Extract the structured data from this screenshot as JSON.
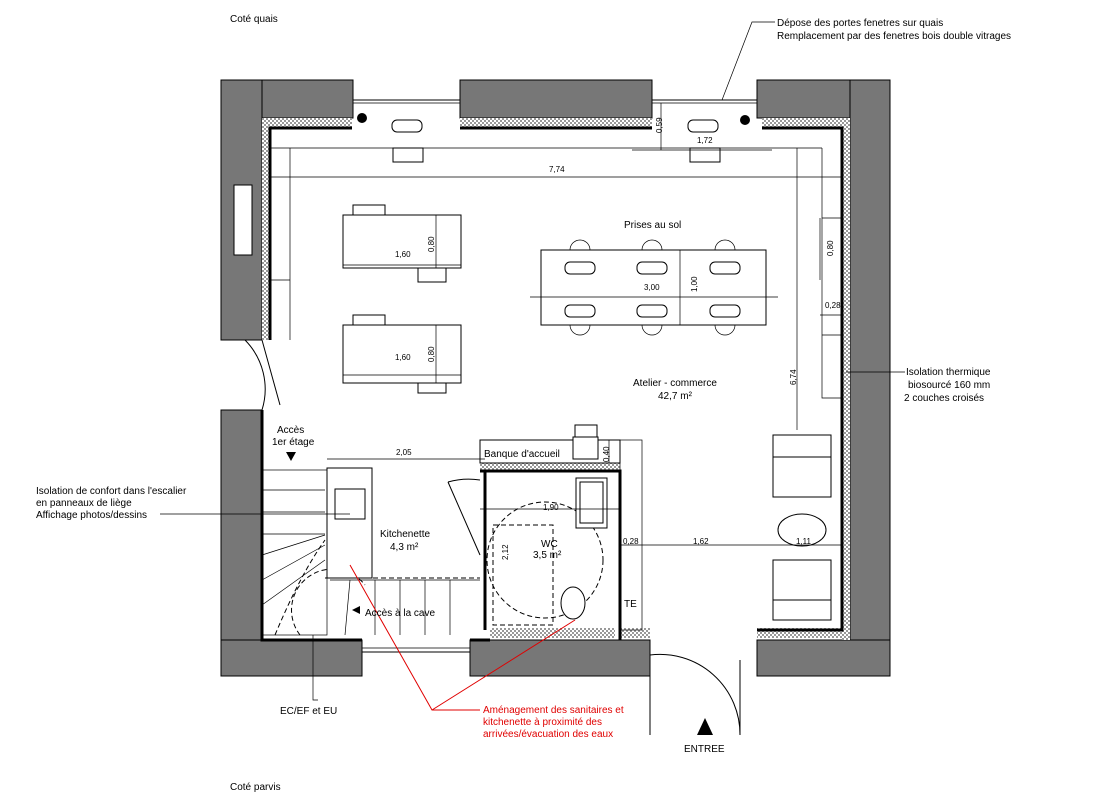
{
  "labels": {
    "cote_quais": "Coté  quais",
    "cote_parvis": "Coté parvis",
    "note_windows_1": "Dépose des portes fenetres sur quais",
    "note_windows_2": "Remplacement par des fenetres bois double vitrages",
    "note_insul_1": "Isolation thermique",
    "note_insul_2": "biosourcé 160 mm",
    "note_insul_3": "2 couches croisés",
    "note_stair_1": "Isolation de confort dans l'escalier",
    "note_stair_2": "en panneaux de liège",
    "note_stair_3": "Affichage photos/dessins",
    "note_sanit_1": "Aménagement des sanitaires et",
    "note_sanit_2": "kitchenette à proximité des",
    "note_sanit_3": "arrivées/évacuation des eaux",
    "prises": "Prises au sol",
    "atelier": "Atelier - commerce",
    "atelier_area": "42,7 m²",
    "acces_1": "Accès",
    "acces_2": "1er étage",
    "banque": "Banque d'accueil",
    "kitchenette": "Kitchenette",
    "kitchenette_area": "4,3 m²",
    "wc": "WC",
    "wc_area": "3,5 m²",
    "cave": "Accès à la cave",
    "te": "TE",
    "ecef": "EC/EF  et EU",
    "entree": "ENTREE"
  },
  "dimensions": {
    "d774": "7,74",
    "d059": "0,59",
    "d172": "1,72",
    "d160a": "1,60",
    "d080a": "0,80",
    "d160b": "1,60",
    "d080b": "0,80",
    "d300": "3,00",
    "d100": "1,00",
    "d080c": "0,80",
    "d028a": "0,28",
    "d674": "6,74",
    "d205": "2,05",
    "d040": "0,40",
    "d190": "1,90",
    "d212": "2,12",
    "d028b": "0,28",
    "d162": "1,62",
    "d111": "1,11"
  },
  "colors": {
    "wall": "#777777",
    "annotation": "#e00000",
    "dimension": "#1a3a8a"
  }
}
